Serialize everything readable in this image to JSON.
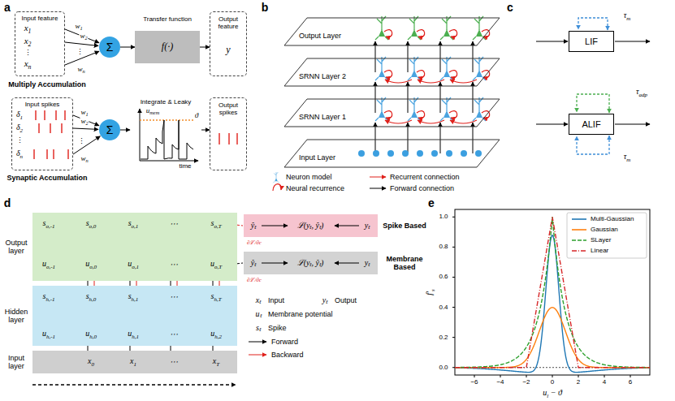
{
  "diagram": {
    "nodes": [
      {
        "text": [
          "Input feature"
        ]
      },
      {
        "text": [
          "Σ"
        ]
      },
      {
        "text": [
          "Transfer function",
          "f(·)"
        ]
      },
      {
        "text": [
          "Output feature",
          "y"
        ]
      },
      {
        "text": [
          "Input spikes"
        ]
      },
      {
        "text": [
          "Σ"
        ]
      },
      {
        "text": [
          "Integrate & Leaky"
        ]
      },
      {
        "text": [
          "Output spikes"
        ]
      },
      {
        "text": [
          "Output Layer"
        ]
      },
      {
        "text": [
          "SRNN Layer 2"
        ]
      },
      {
        "text": [
          "SRNN Layer 1"
        ]
      },
      {
        "text": [
          "Input Layer"
        ]
      },
      {
        "text": [
          "LIF"
        ]
      },
      {
        "text": [
          "ALIF"
        ]
      },
      {
        "text": [
          "Output layer"
        ]
      },
      {
        "text": [
          "Hidden layer"
        ]
      },
      {
        "text": [
          "Input layer"
        ]
      },
      {
        "text": [
          "ŷₜ",
          "ℒ(yₜ, ŷₜ)",
          "yₜ",
          "Spike Based"
        ]
      },
      {
        "text": [
          "ŷₜ",
          "ℒ(yₜ, ŷₜ)",
          "yₜ",
          "Membrane Based"
        ]
      }
    ],
    "edges": [
      {
        "from": 0,
        "to": 1,
        "arrow": "to",
        "label": "w1"
      },
      {
        "from": 0,
        "to": 1,
        "arrow": "to",
        "label": "w2"
      },
      {
        "from": 0,
        "to": 1,
        "arrow": "to",
        "label": "wn"
      },
      {
        "from": 1,
        "to": 2,
        "arrow": "to"
      },
      {
        "from": 2,
        "to": 3,
        "arrow": "to"
      },
      {
        "from": 4,
        "to": 5,
        "arrow": "to",
        "label": "w1"
      },
      {
        "from": 4,
        "to": 5,
        "arrow": "to",
        "label": "w2"
      },
      {
        "from": 4,
        "to": 5,
        "arrow": "to",
        "label": "wn"
      },
      {
        "from": 5,
        "to": 6,
        "arrow": "to"
      },
      {
        "from": 6,
        "to": 7,
        "arrow": "to"
      }
    ],
    "labels": [
      "a",
      "x1",
      "x2",
      "⋮",
      "xn",
      "⋮",
      "Multiply Accumulation",
      "δ1",
      "δ2",
      "⋮",
      "δn",
      "⋮",
      "umem",
      "ϑ",
      "time",
      "Synaptic Accumulation",
      "b",
      "c",
      "τm",
      "τadp",
      "τm",
      "d",
      "so,-1",
      "so,0",
      "so,1",
      "⋯",
      "so,T",
      "uo,-1",
      "uo,0",
      "uo,1",
      "⋯",
      "uo,T",
      "sh,-1",
      "sh,0",
      "sh,1",
      "⋯",
      "sh,T",
      "uh,-1",
      "uh,0",
      "uh,1",
      "⋯",
      "uh,2",
      "x0",
      "x1",
      "⋯",
      "xT",
      "∂ℒ/∂c",
      "∂ℒ/∂c",
      "xₜ",
      "Input",
      "yₜ",
      "Output",
      "uₜ",
      "Membrane potential",
      "sₜ",
      "Spike",
      "e",
      "−6",
      "−4",
      "−2",
      "0",
      "2",
      "4",
      "6",
      "0.0",
      "0.2",
      "0.4",
      "0.6",
      "0.8",
      "1.0",
      "ul − ϑ",
      "f′s"
    ],
    "legend": [
      {
        "text": "Neuron model"
      },
      {
        "text": "Recurrent connection"
      },
      {
        "text": "Neural recurrence"
      },
      {
        "text": "Forward connection"
      },
      {
        "text": "Forward"
      },
      {
        "text": "Backward"
      },
      {
        "text": "Multi-Gaussian",
        "color": "#1f77b4"
      },
      {
        "text": "Gaussian",
        "color": "#ff7f0e"
      },
      {
        "text": "SLayer",
        "color": "#2ca02c"
      },
      {
        "text": "Linear",
        "color": "#d62728"
      }
    ]
  }
}
